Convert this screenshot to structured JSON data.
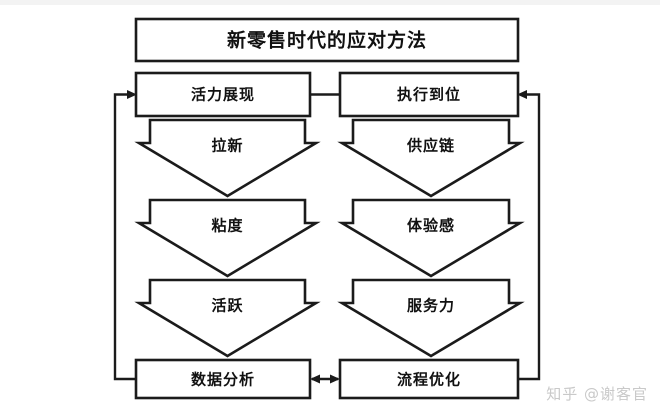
{
  "diagram": {
    "title_box": {
      "label": "新零售时代的应对方法"
    },
    "columns": [
      {
        "name": "left-column",
        "head": {
          "label": "活力展现"
        },
        "steps": [
          {
            "label": "拉新"
          },
          {
            "label": "粘度"
          },
          {
            "label": "活跃"
          }
        ],
        "foot": {
          "label": "数据分析"
        }
      },
      {
        "name": "right-column",
        "head": {
          "label": "执行到位"
        },
        "steps": [
          {
            "label": "供应链"
          },
          {
            "label": "体验感"
          },
          {
            "label": "服务力"
          }
        ],
        "foot": {
          "label": "流程优化"
        }
      }
    ],
    "connectors": [
      {
        "name": "head-link",
        "kind": "line",
        "from": "活力展现",
        "to": "执行到位"
      },
      {
        "name": "foot-link",
        "kind": "double-arrow",
        "from": "数据分析",
        "to": "流程优化"
      },
      {
        "name": "left-feedback-loop",
        "kind": "arrow",
        "from": "数据分析",
        "to": "活力展现"
      },
      {
        "name": "right-feedback-loop",
        "kind": "arrow",
        "from": "流程优化",
        "to": "执行到位"
      }
    ],
    "colors": {
      "stroke": "#1b1b1b",
      "fill": "#ffffff",
      "background": "#ffffff",
      "watermark": "#c9c9c9"
    }
  },
  "watermark": {
    "text": "知乎 @谢客官"
  }
}
